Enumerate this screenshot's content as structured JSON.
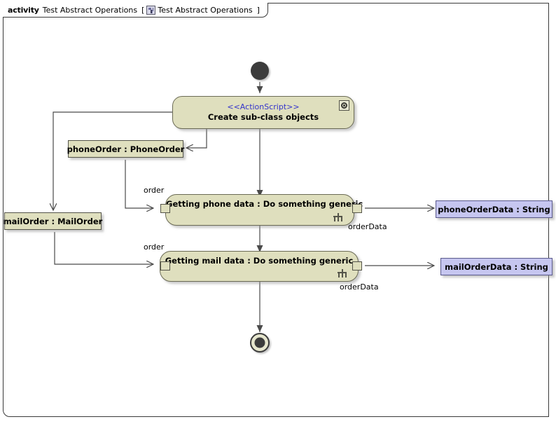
{
  "frame": {
    "keyword": "activity",
    "name": "Test Abstract Operations",
    "bracket_open": "[",
    "icon": "activity-diagram-icon",
    "inner_name": "Test Abstract Operations",
    "bracket_close": "]"
  },
  "nodes": {
    "initial": {
      "name": "initial-node"
    },
    "final": {
      "name": "activity-final-node"
    },
    "create_action": {
      "stereotype": "<<ActionScript>>",
      "label": "Create sub-class objects",
      "badge": "action-script-icon"
    },
    "phone_order_object": {
      "label": "phoneOrder : PhoneOrder"
    },
    "mail_order_object": {
      "label": "mailOrder : MailOrder"
    },
    "getting_phone_data": {
      "label": "Getting phone data : Do something generic"
    },
    "getting_mail_data": {
      "label": "Getting mail data : Do something generic"
    },
    "phone_order_data_object": {
      "label": "phoneOrderData : String"
    },
    "mail_order_data_object": {
      "label": "mailOrderData : String"
    }
  },
  "edge_labels": {
    "order_phone": "order",
    "order_mail": "order",
    "order_data_phone": "orderData",
    "order_data_mail": "orderData"
  },
  "colors": {
    "action_fill": "#dfdfbe",
    "action_stroke": "#6b6b55",
    "object_fill": "#dfdfbe",
    "data_object_fill": "#c6c6f0",
    "data_object_stroke": "#5a5a8c",
    "stereotype_text": "#3333cc",
    "edge_stroke": "#4a4a4a",
    "node_fill": "#3c3c3c",
    "frame_stroke": "#3a3a3a",
    "background": "#ffffff"
  }
}
